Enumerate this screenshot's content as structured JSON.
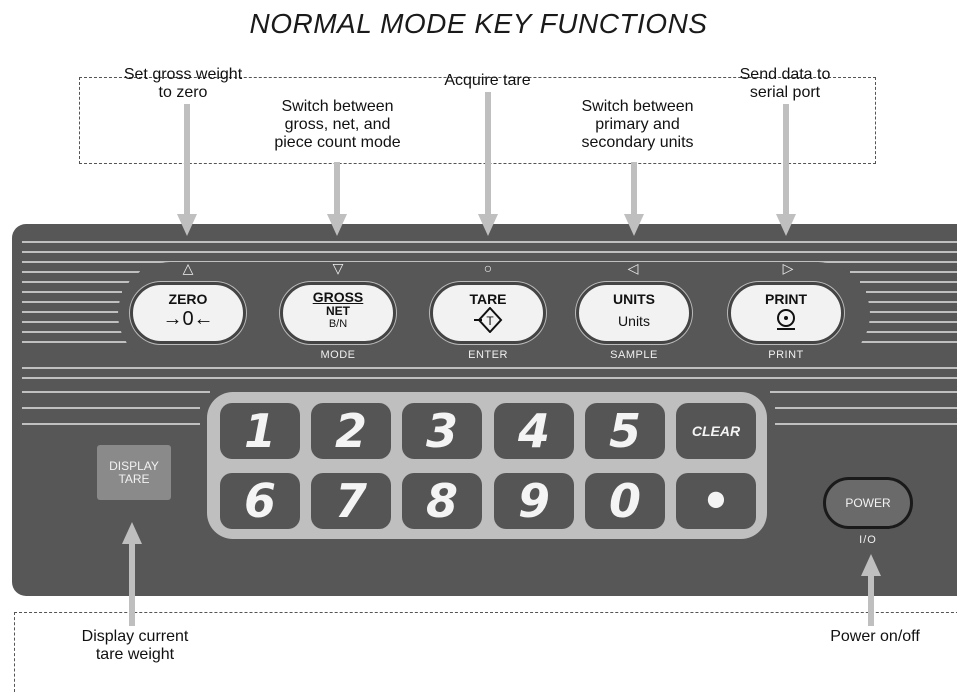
{
  "title": "NORMAL MODE KEY FUNCTIONS",
  "callouts": {
    "zero": [
      "Set gross weight",
      "to zero"
    ],
    "mode": [
      "Switch between",
      "gross, net, and",
      "piece count mode"
    ],
    "tare": [
      "Acquire tare"
    ],
    "units": [
      "Switch between",
      "primary and",
      "secondary units"
    ],
    "print": [
      "Send data to",
      "serial port"
    ],
    "display_tare": [
      "Display current",
      "tare weight"
    ],
    "power": [
      "Power on/off"
    ]
  },
  "function_keys": [
    {
      "id": "zero",
      "label": "ZERO",
      "symbol": "→0←",
      "indicator": "△",
      "under": ""
    },
    {
      "id": "gross",
      "label": "GROSS",
      "label2": "NET",
      "label3": "B/N",
      "indicator": "▽",
      "under": "MODE"
    },
    {
      "id": "tare",
      "label": "TARE",
      "symbol": "→T",
      "indicator": "○",
      "under": "ENTER"
    },
    {
      "id": "units",
      "label": "UNITS",
      "label2": "Units",
      "indicator": "◁",
      "under": "SAMPLE"
    },
    {
      "id": "print",
      "label": "PRINT",
      "symbol": "⊙",
      "indicator": "▷",
      "under": "PRINT"
    }
  ],
  "numpad": {
    "row1": [
      "1",
      "2",
      "3",
      "4",
      "5",
      "CLEAR"
    ],
    "row2": [
      "6",
      "7",
      "8",
      "9",
      "0",
      "•"
    ]
  },
  "display_tare_label": [
    "DISPLAY",
    "TARE"
  ],
  "power_label": "POWER",
  "power_sub": "I/O"
}
